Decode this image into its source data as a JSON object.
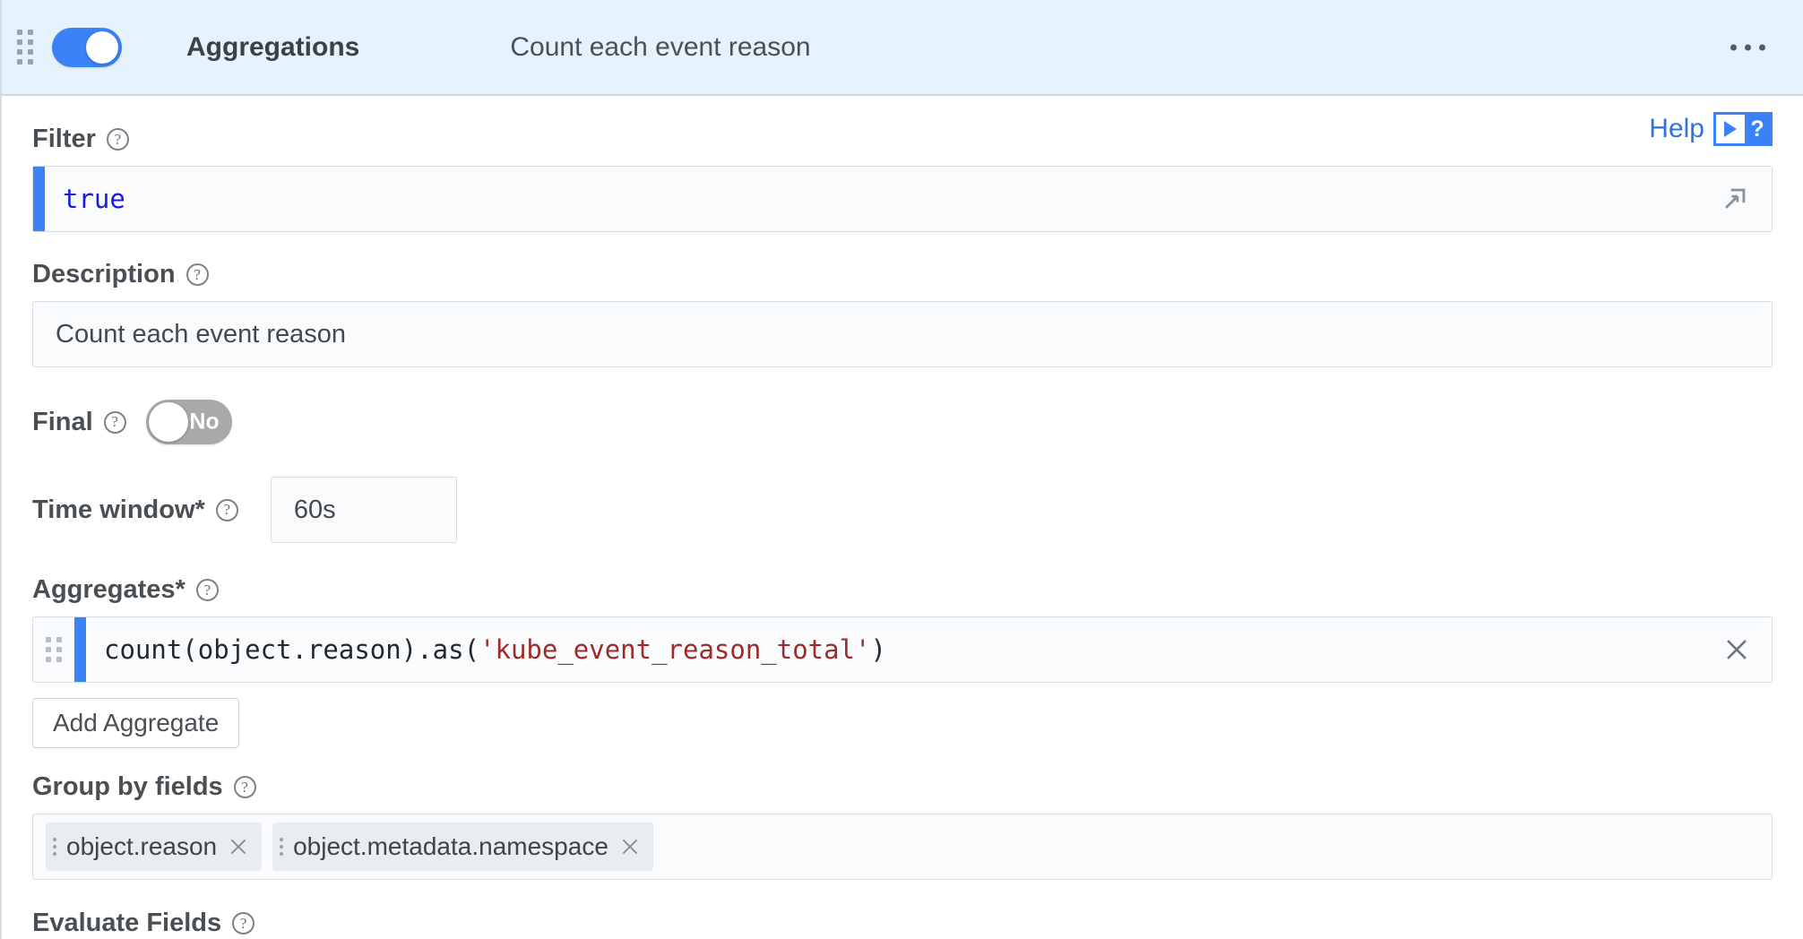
{
  "header": {
    "drag_handle_icon": "drag-dots-icon",
    "enabled_toggle": {
      "state": "on",
      "icon": "toggle-on-icon"
    },
    "title": "Aggregations",
    "subtitle": "Count each event reason",
    "overflow_menu_icon": "ellipsis-icon"
  },
  "help": {
    "label": "Help",
    "play_icon": "play-icon",
    "question_mark": "?"
  },
  "filter": {
    "label": "Filter",
    "help_icon": "question-circle-icon",
    "value": "true",
    "expand_icon": "expand-icon"
  },
  "description": {
    "label": "Description",
    "help_icon": "question-circle-icon",
    "value": "Count each event reason"
  },
  "final": {
    "label": "Final",
    "help_icon": "question-circle-icon",
    "toggle_value": "No",
    "toggle_state": "off"
  },
  "time_window": {
    "label": "Time window*",
    "help_icon": "question-circle-icon",
    "value": "60s"
  },
  "aggregates": {
    "label": "Aggregates*",
    "help_icon": "question-circle-icon",
    "rows": [
      {
        "handle_icon": "drag-dots-icon",
        "expr_prefix": "count(object.reason).as(",
        "expr_string": "'kube_event_reason_total'",
        "expr_suffix": ")",
        "remove_icon": "close-icon"
      }
    ],
    "add_button_label": "Add Aggregate"
  },
  "group_by": {
    "label": "Group by fields",
    "help_icon": "question-circle-icon",
    "chips": [
      {
        "label": "object.reason",
        "handle_icon": "drag-dots-icon",
        "remove_icon": "close-icon"
      },
      {
        "label": "object.metadata.namespace",
        "handle_icon": "drag-dots-icon",
        "remove_icon": "close-icon"
      }
    ]
  },
  "evaluate_fields": {
    "label": "Evaluate Fields",
    "help_icon": "question-circle-icon"
  },
  "colors": {
    "header_bg": "#e6f2fb",
    "accent_blue": "#3b82f6",
    "link_blue": "#2f73e0",
    "code_keyword": "#1a1ae6",
    "code_string": "#9c2b2b",
    "field_bg": "#fafbfd",
    "chip_bg": "#e9edf1",
    "toggle_off": "#a7a9ab"
  }
}
